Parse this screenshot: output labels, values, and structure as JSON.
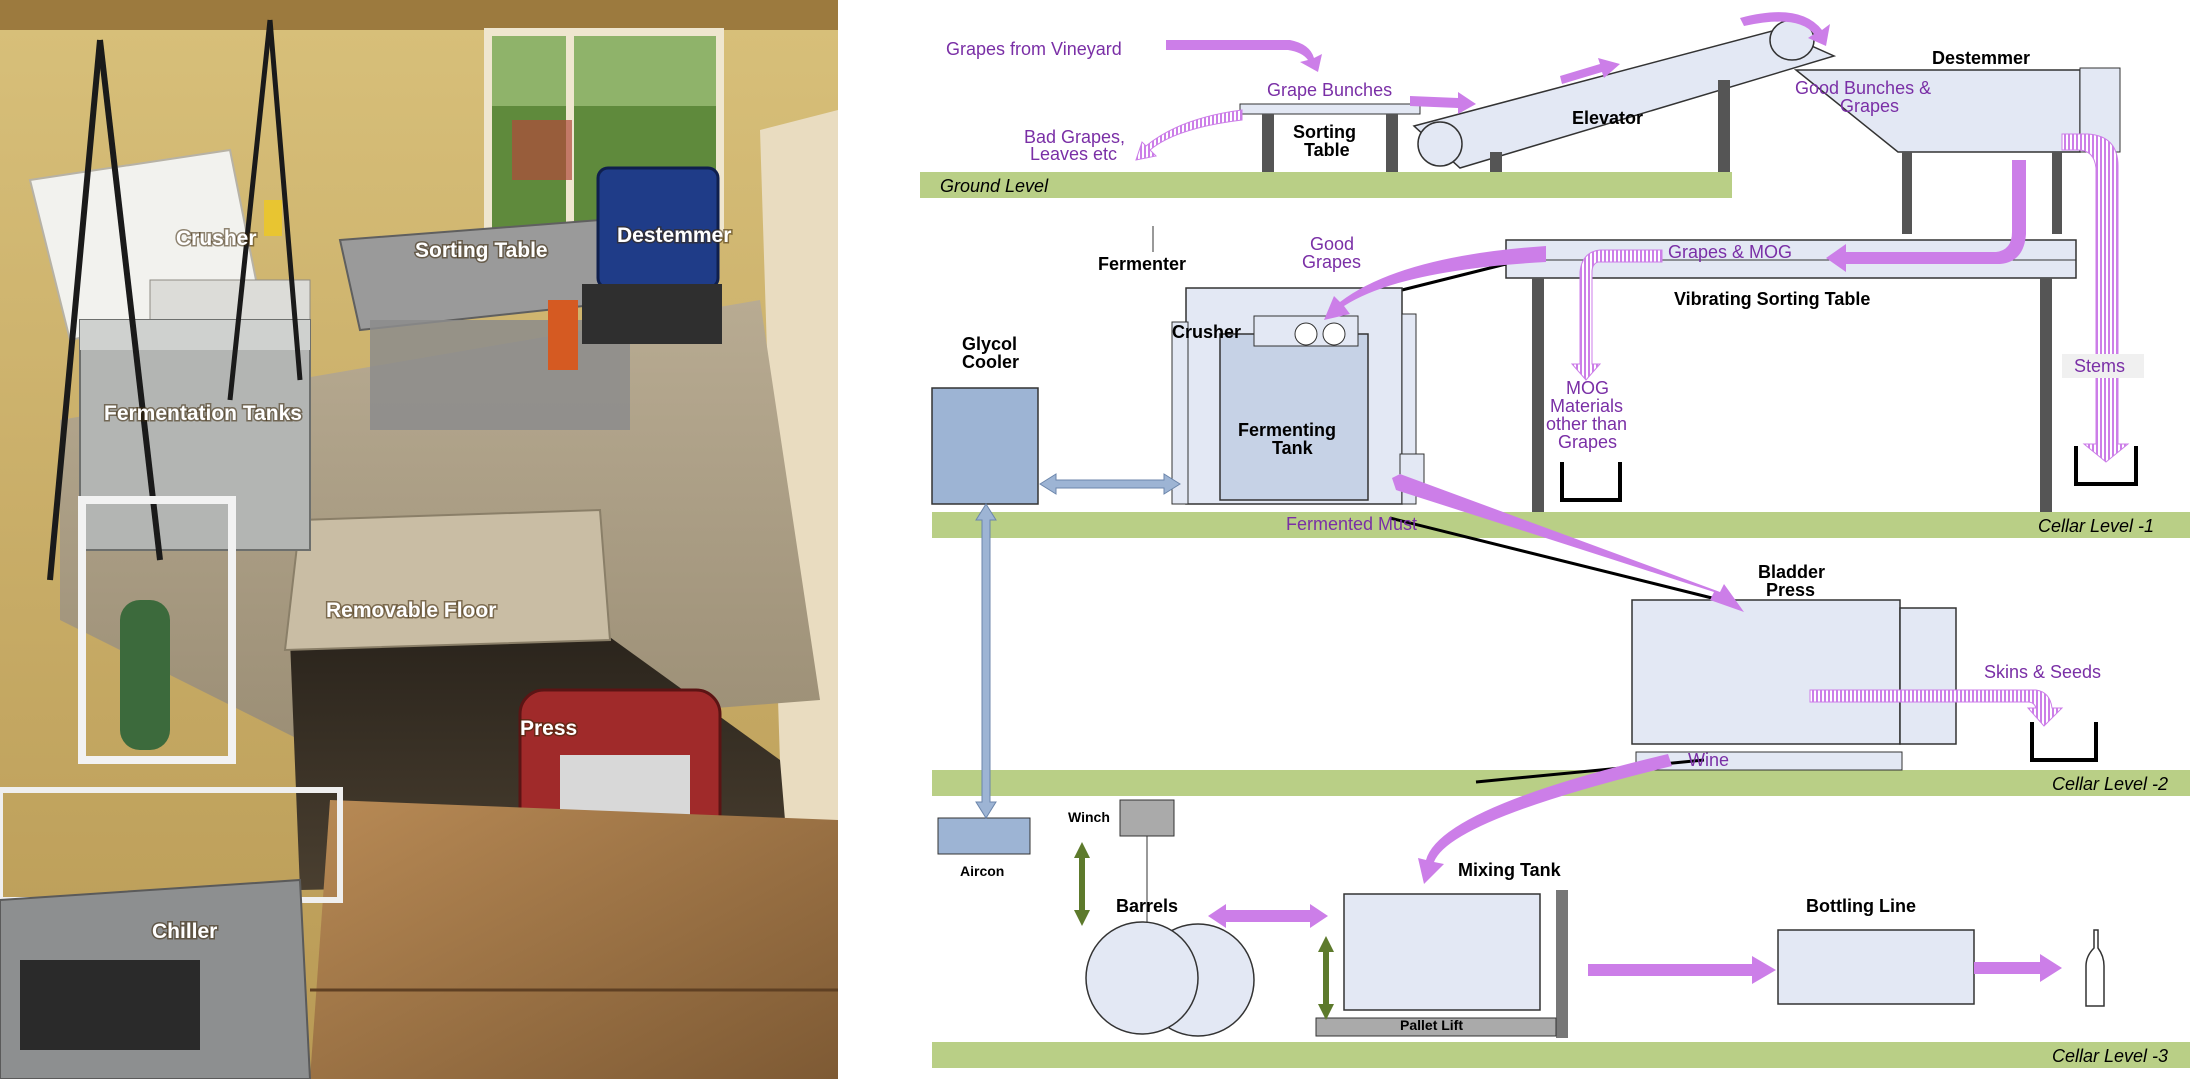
{
  "photo": {
    "labels": {
      "crusher": "Crusher",
      "sorting_table": "Sorting Table",
      "destemmer": "Destemmer",
      "fermentation_tanks": "Fermentation Tanks",
      "removable_floor": "Removable Floor",
      "press": "Press",
      "chiller": "Chiller"
    }
  },
  "diagram": {
    "levels": {
      "ground": "Ground Level",
      "cellar1": "Cellar Level  -1",
      "cellar2": "Cellar Level -2",
      "cellar3": "Cellar Level -3"
    },
    "equipment": {
      "sorting_table_l1": "Sorting",
      "sorting_table_l2": "Table",
      "elevator": "Elevator",
      "destemmer": "Destemmer",
      "fermenter": "Fermenter",
      "crusher": "Crusher",
      "fermenting_tank_l1": "Fermenting",
      "fermenting_tank_l2": "Tank",
      "glycol_cooler_l1": "Glycol",
      "glycol_cooler_l2": "Cooler",
      "vibrating_sorting_table": "Vibrating Sorting Table",
      "bladder_press_l1": "Bladder",
      "bladder_press_l2": "Press",
      "aircon": "Aircon",
      "winch": "Winch",
      "barrels": "Barrels",
      "mixing_tank": "Mixing Tank",
      "pallet_lift": "Pallet Lift",
      "bottling_line": "Bottling Line"
    },
    "flows": {
      "grapes_from_vineyard": "Grapes from Vineyard",
      "grape_bunches": "Grape Bunches",
      "bad_grapes_l1": "Bad Grapes,",
      "bad_grapes_l2": "Leaves etc",
      "good_bunches_l1": "Good Bunches &",
      "good_bunches_l2": "Grapes",
      "good_grapes_l1": "Good",
      "good_grapes_l2": "Grapes",
      "grapes_mog": "Grapes & MOG",
      "mog_l1": "MOG",
      "mog_l2": "Materials",
      "mog_l3": "other than",
      "mog_l4": "Grapes",
      "stems": "Stems",
      "fermented_must": "Fermented Must",
      "skins_seeds": "Skins & Seeds",
      "wine": "Wine"
    },
    "colors": {
      "flow_arrow": "#cc7ee8",
      "flow_text": "#7a2fa6",
      "floor": "#b9cf86",
      "equipment_fill": "#e3e8f4",
      "cooler_fill": "#9db4d4",
      "lift_arrow": "#5d7a2c"
    }
  }
}
